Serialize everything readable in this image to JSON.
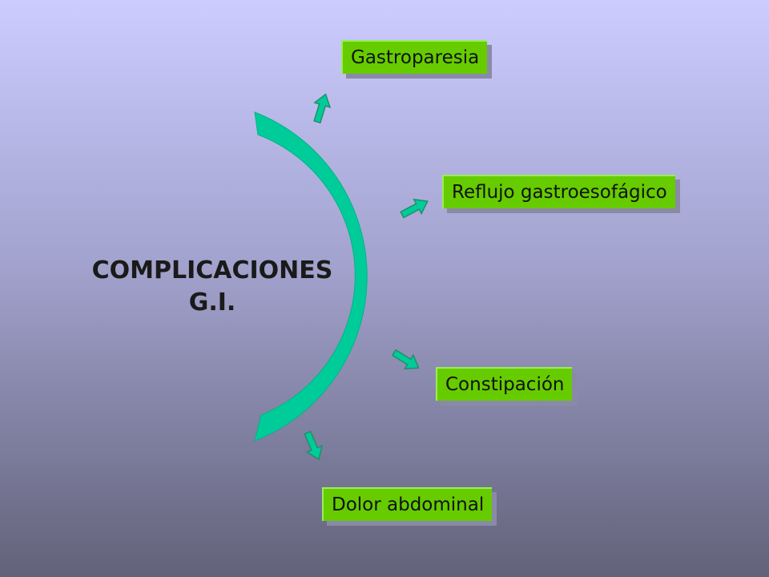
{
  "title": {
    "line1": "COMPLICACIONES",
    "line2": "G.I."
  },
  "items": [
    {
      "label": "Gastroparesia"
    },
    {
      "label": "Reflujo gastroesofágico"
    },
    {
      "label": "Constipación"
    },
    {
      "label": "Dolor abdominal"
    }
  ],
  "colors": {
    "arc": "#00cc99",
    "arrow_fill": "#00cc99",
    "arrow_stroke": "#1f8f6a",
    "label_box": "#66cc00",
    "label_shadow": "#8a8aa8",
    "background_top": "#ccccff",
    "background_bottom": "#62627a"
  }
}
